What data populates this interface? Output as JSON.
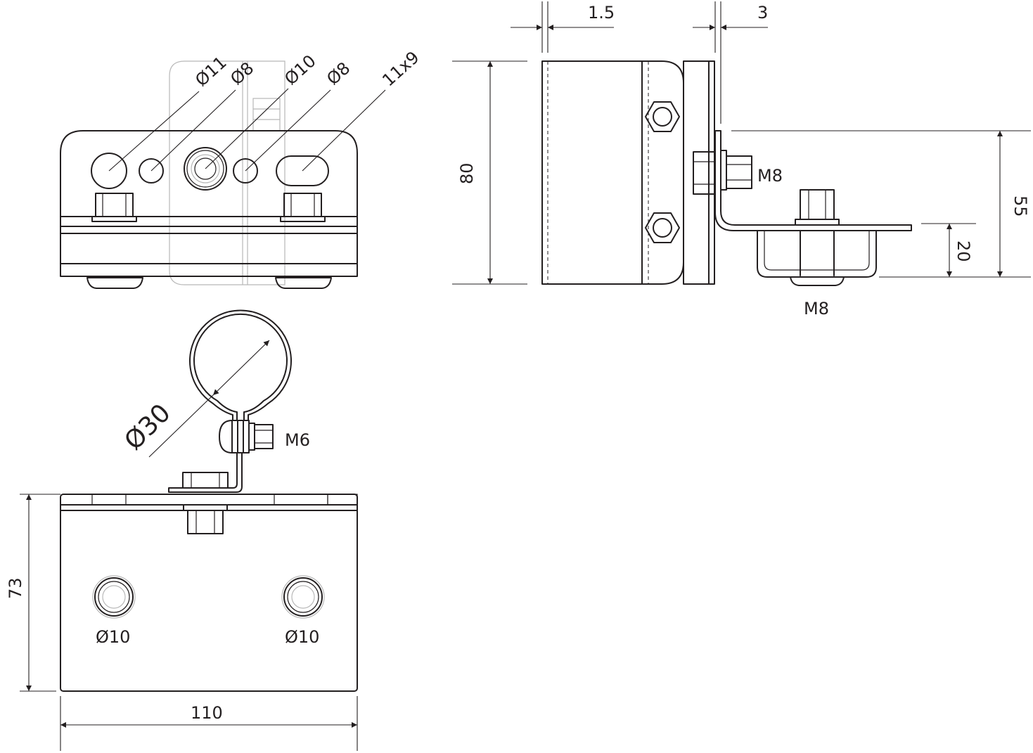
{
  "drawing": {
    "line_color": "#231f20",
    "background": "#ffffff",
    "views": {
      "front": {
        "hole_labels": [
          "Ø11",
          "Ø8",
          "Ø10",
          "Ø8",
          "11x9"
        ]
      },
      "side": {
        "dim_thickness": "1.5",
        "dim_flange": "3",
        "dim_height": "80",
        "dim_offset": "55",
        "dim_flange_height": "20",
        "bolt_upper": "M8",
        "bolt_lower": "M8"
      },
      "plan": {
        "ring_diameter": "Ø30",
        "clamp_bolt": "M6",
        "dim_depth": "73",
        "dim_width": "110",
        "hole_left": "Ø10",
        "hole_right": "Ø10"
      }
    }
  }
}
